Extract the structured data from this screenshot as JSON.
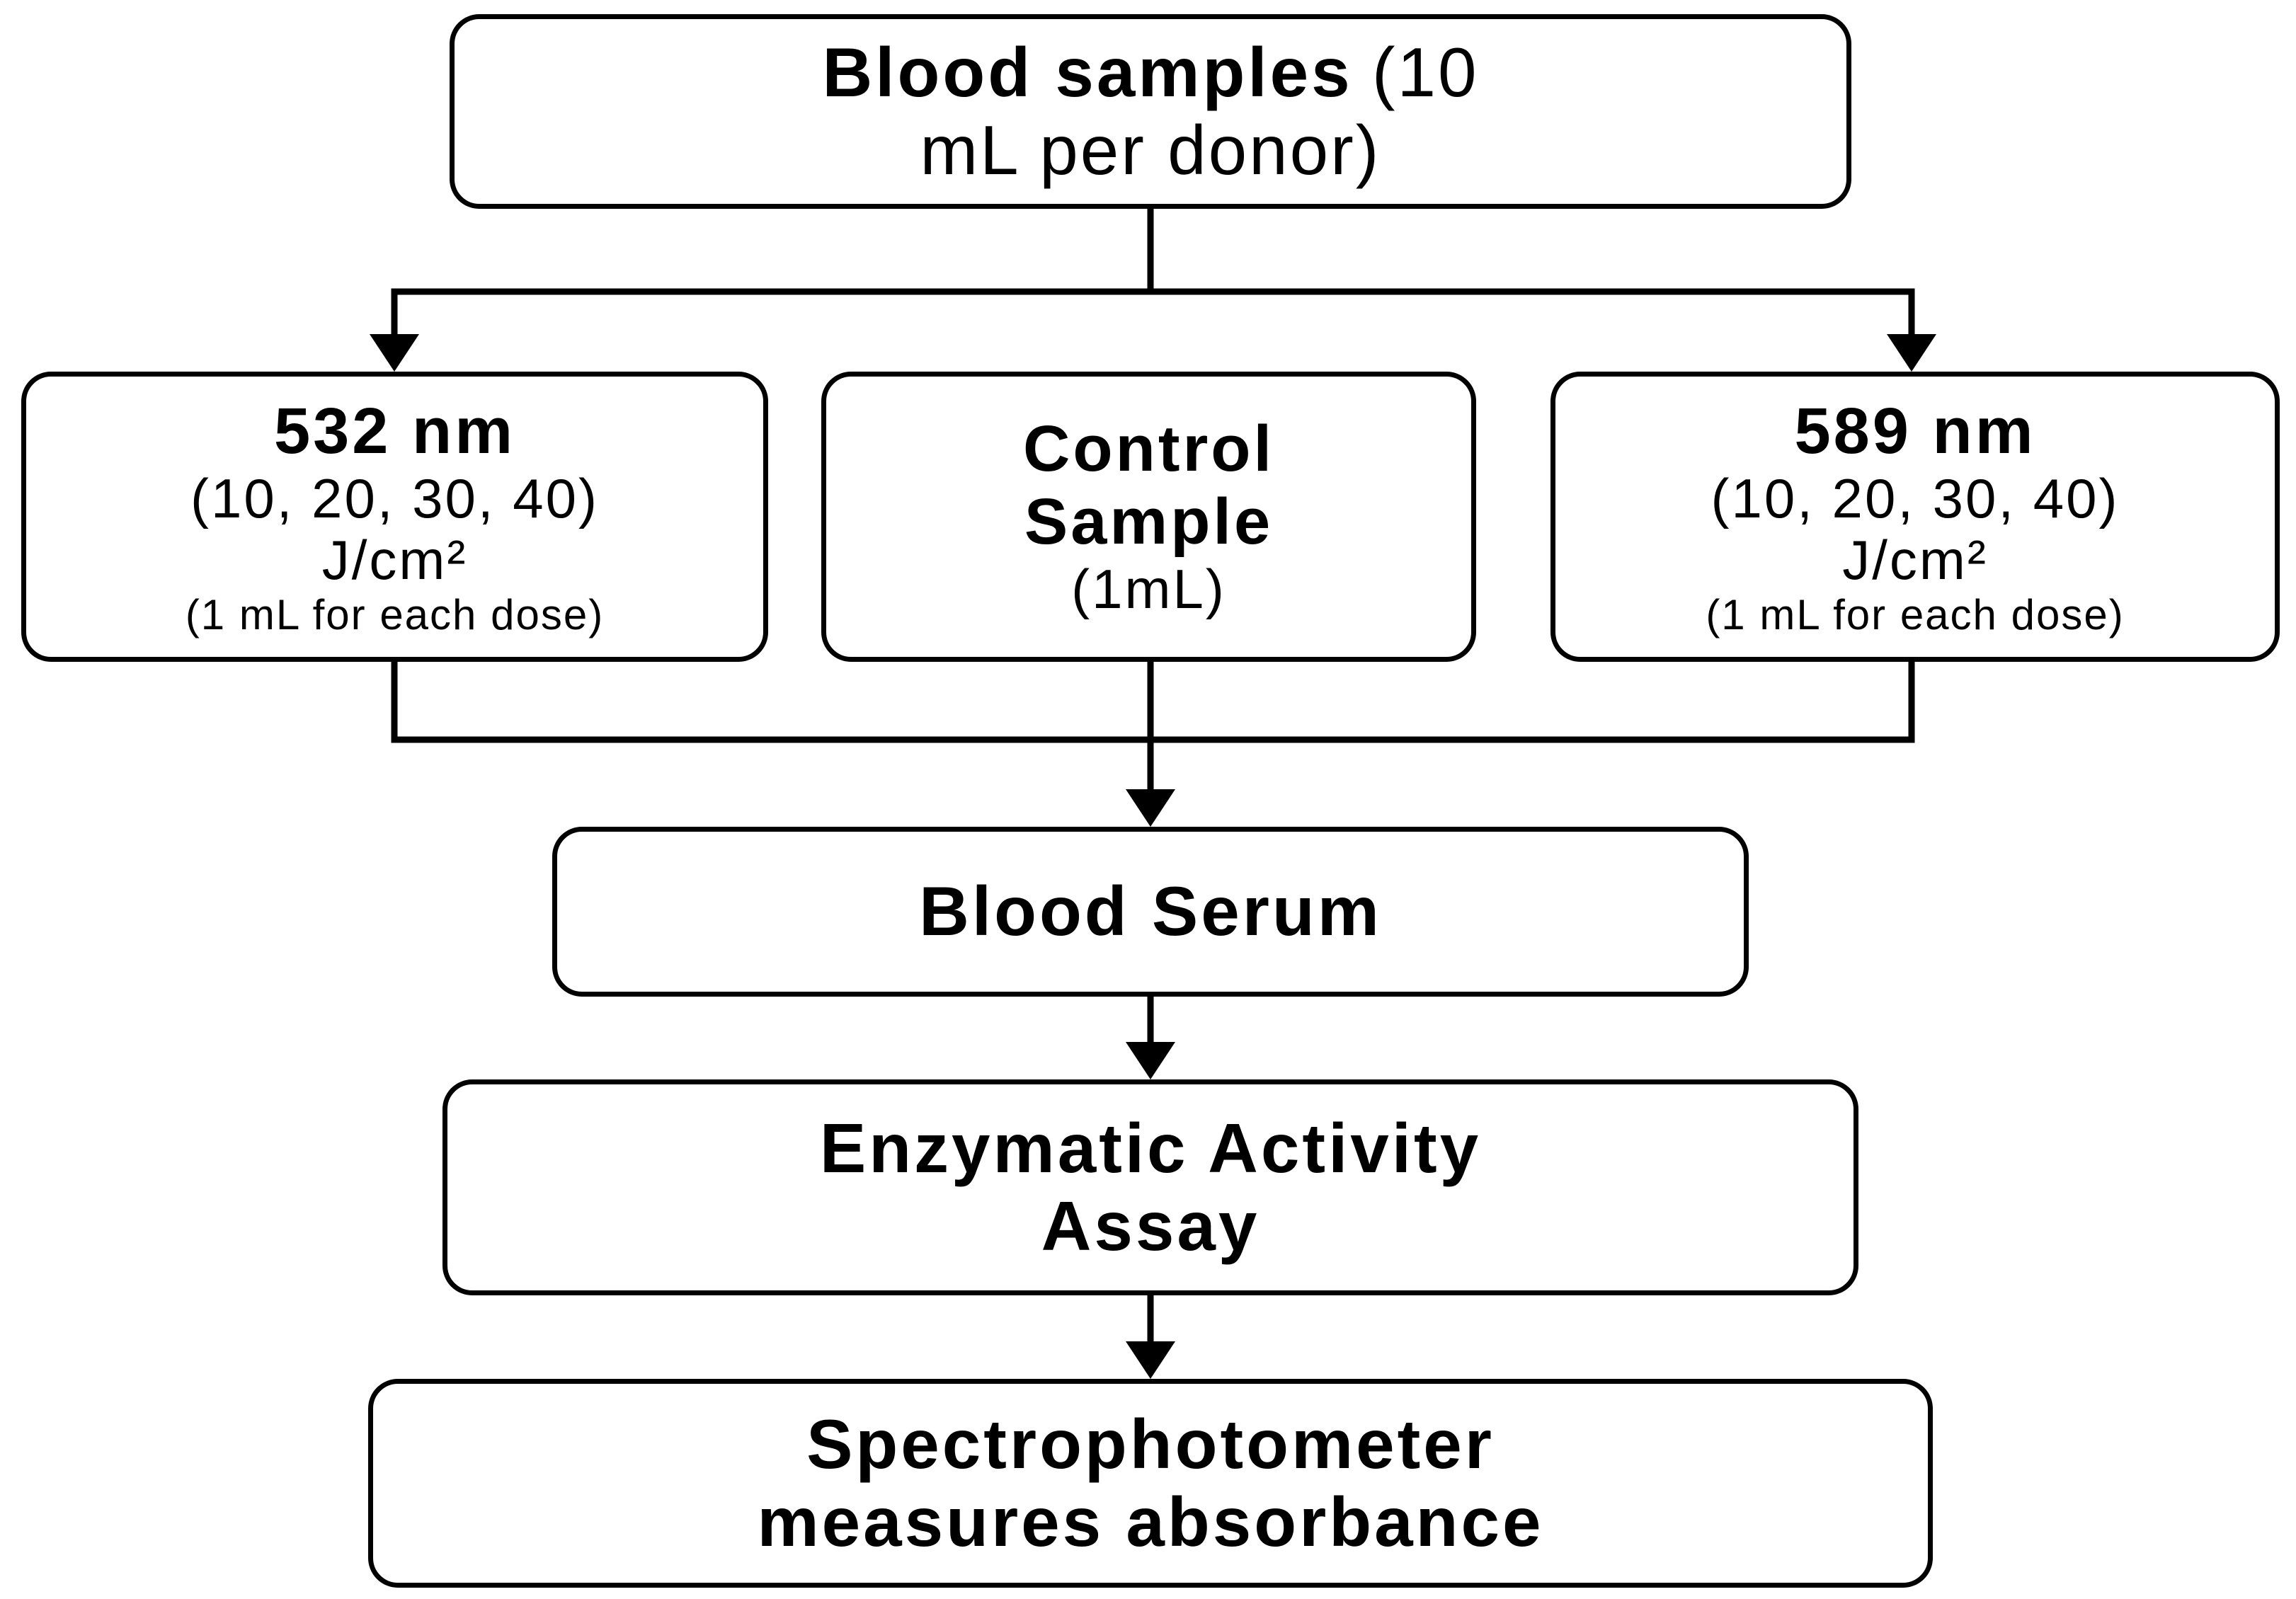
{
  "diagram": {
    "colors": {
      "stroke": "#000000",
      "fill": "#ffffff",
      "text": "#000000"
    },
    "top_box": {
      "bold_text": "Blood samples",
      "regular_text_line1": "(10",
      "regular_text_line2": "mL per donor)"
    },
    "left_box": {
      "title": "532 nm",
      "doses": "(10, 20, 30, 40)",
      "unit": "J/cm²",
      "note": "(1 mL for each dose)"
    },
    "center_box": {
      "title_line1": "Control",
      "title_line2": "Sample",
      "volume": "(1mL)"
    },
    "right_box": {
      "title": "589 nm",
      "doses": "(10, 20, 30, 40)",
      "unit": "J/cm²",
      "note": "(1 mL for each dose)"
    },
    "serum_box": {
      "title": "Blood Serum"
    },
    "assay_box": {
      "title_line1": "Enzymatic Activity",
      "title_line2": "Assay"
    },
    "spectro_box": {
      "title_line1": "Spectrophotometer",
      "title_line2": "measures absorbance"
    }
  }
}
